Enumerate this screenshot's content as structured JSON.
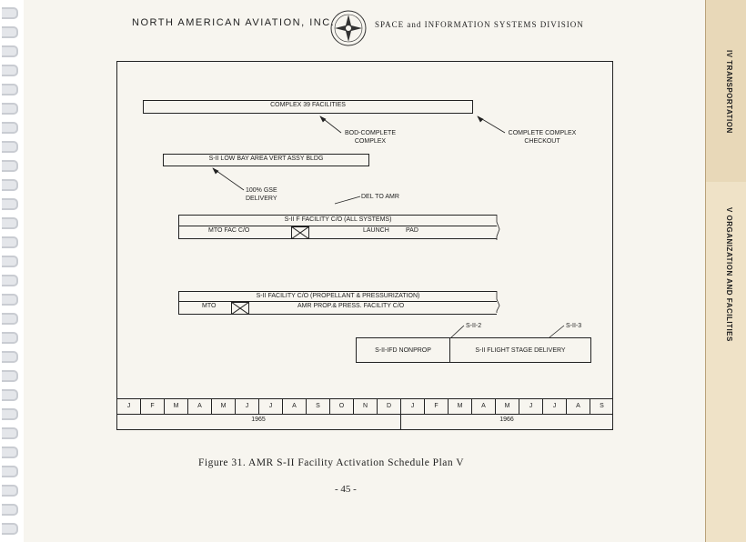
{
  "header": {
    "company": "NORTH AMERICAN AVIATION, INC.",
    "division": "SPACE and INFORMATION SYSTEMS DIVISION"
  },
  "tabs": {
    "tab1": "IV TRANSPORTATION",
    "tab2": "V ORGANIZATION AND FACILITIES"
  },
  "chart": {
    "complex39": "COMPLEX 39 FACILITIES",
    "bod": "BOD-COMPLETE COMPLEX",
    "complete_checkout": "COMPLETE COMPLEX CHECKOUT",
    "lowbay": "S-II LOW BAY AREA VERT ASSY BLDG",
    "gse": "100% GSE DELIVERY",
    "del_amr": "DEL TO AMR",
    "sii_f": "S-II F FACILITY C/O (ALL SYSTEMS)",
    "mto_fac": "MTO FAC C/O",
    "launch": "LAUNCH",
    "pad": "PAD",
    "sii_prop": "S-II FACILITY C/O (PROPELLANT & PRESSURIZATION)",
    "mto": "MTO",
    "amr_prop": "AMR PROP.& PRESS. FACILITY C/O",
    "sii2": "S-II-2",
    "sii3": "S-II-3",
    "ifd": "S-II-IFD NONPROP",
    "flight": "S-II FLIGHT STAGE DELIVERY",
    "months1965": [
      "J",
      "F",
      "M",
      "A",
      "M",
      "J",
      "J",
      "A",
      "S",
      "O",
      "N",
      "D"
    ],
    "months1966": [
      "J",
      "F",
      "M",
      "A",
      "M",
      "J",
      "J",
      "A",
      "S"
    ],
    "year1": "1965",
    "year2": "1966"
  },
  "caption": "Figure 31.  AMR S-II Facility Activation Schedule Plan V",
  "page_number": "- 45 -"
}
